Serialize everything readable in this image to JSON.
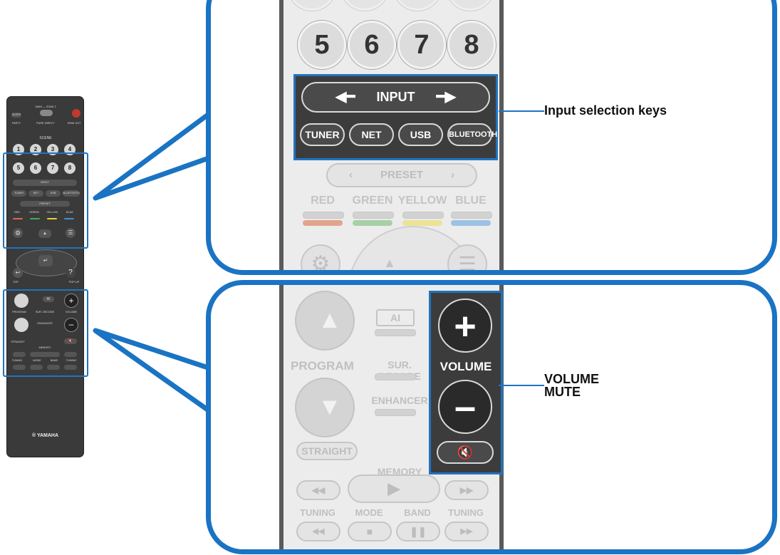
{
  "mini_remote": {
    "sleep": "SLEEP",
    "main_zone": "MAIN — ZONE 2",
    "party": "PARTY",
    "pure_direct": "PURE DIRECT",
    "hdmi_out": "HDMI OUT",
    "scene": "SCENE",
    "top_numbers": [
      "1",
      "2",
      "3",
      "4"
    ],
    "numbers": [
      "5",
      "6",
      "7",
      "8"
    ],
    "input": "INPUT",
    "sources": [
      "TUNER",
      "NET",
      "USB",
      "BLUETOOTH"
    ],
    "preset": "PRESET",
    "colors": [
      "RED",
      "GREEN",
      "YELLOW",
      "BLUE"
    ],
    "program": "PROGRAM",
    "sur_decode": "SUR. DECODE",
    "volume": "VOLUME",
    "enhancer": "ENHANCER",
    "straight": "STRAIGHT",
    "memory": "MEMORY",
    "tuning": "TUNING",
    "mode": "MODE",
    "band": "BAND",
    "top": "TOP",
    "popup": "POP-UP",
    "help": "?",
    "ai": "AI",
    "logo": "® YAMAHA"
  },
  "upper": {
    "numbers": [
      "5",
      "6",
      "7",
      "8"
    ],
    "input_label": "INPUT",
    "sources": [
      "TUNER",
      "NET",
      "USB",
      "BLUETOOTH"
    ],
    "preset_label": "PRESET",
    "colors": [
      {
        "label": "RED",
        "color": "#e2a48c"
      },
      {
        "label": "GREEN",
        "color": "#a8d0a6"
      },
      {
        "label": "YELLOW",
        "color": "#ece396"
      },
      {
        "label": "BLUE",
        "color": "#9cc2e4"
      }
    ]
  },
  "lower": {
    "ai_label": "AI",
    "program_label": "PROGRAM",
    "sur_decode_label": "SUR. DECODE",
    "enhancer_label": "ENHANCER",
    "volume_label": "VOLUME",
    "straight_label": "STRAIGHT",
    "memory_label": "MEMORY",
    "tuning_left": "TUNING",
    "mode_label": "MODE",
    "band_label": "BAND",
    "tuning_right": "TUNING"
  },
  "callouts": {
    "input_selection": "Input selection keys",
    "volume": "VOLUME",
    "mute": "MUTE"
  },
  "colors": {
    "highlight": "#1f74c2",
    "frame": "#1a73c3"
  }
}
